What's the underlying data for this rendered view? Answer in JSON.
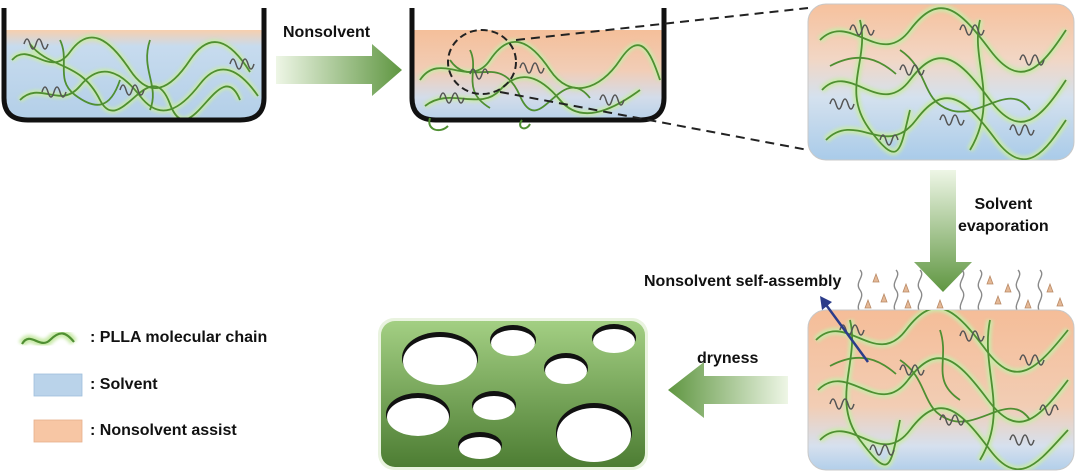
{
  "colors": {
    "solvent": "#bad3ea",
    "nonsolvent": "#f7c6a4",
    "chain": "#5a9a3c",
    "chain_glow": "#c7e8a8",
    "arrow_green": "#6fa24f",
    "arrow_light": "#e6f2da",
    "film_top": "#96c477",
    "film_bottom": "#4f7e35",
    "coil": "#555555",
    "vapor": "#8a8a8a",
    "droplet": "#e4b896",
    "self_assembly_arrow": "#2b3c8a"
  },
  "steps": {
    "nonsolvent": "Nonsolvent",
    "solvent_evaporation_line1": "Solvent",
    "solvent_evaporation_line2": "evaporation",
    "nonsolvent_self_assembly": "Nonsolvent self-assembly",
    "dryness": "dryness"
  },
  "legend": [
    {
      "icon": "chain-icon",
      "text": ": PLLA molecular chain"
    },
    {
      "icon": "solvent-swatch",
      "text": ": Solvent"
    },
    {
      "icon": "nonsolvent-swatch",
      "text": ": Nonsolvent assist"
    }
  ]
}
